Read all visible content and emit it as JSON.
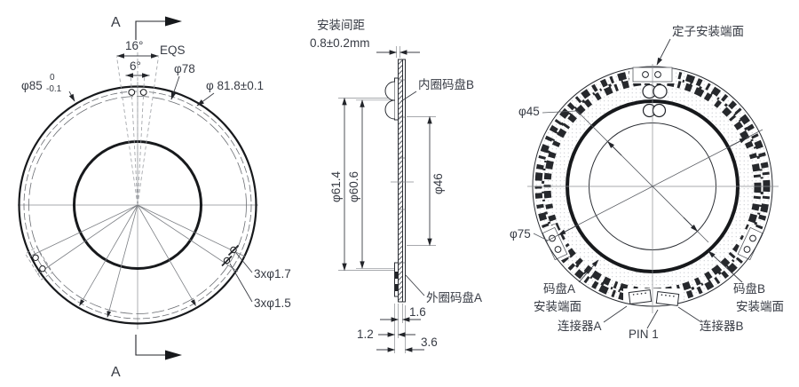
{
  "front": {
    "section_arrow_top": "A",
    "section_arrow_bottom": "A",
    "angle_outer": "16°",
    "angle_inner": "6°",
    "eqs_label": "EQS",
    "dia_78": "φ78",
    "dia_85": "φ85",
    "dia_85_tol_upper": "0",
    "dia_85_tol_lower": "-0.1",
    "dia_81_8": "φ 81.8±0.1",
    "holes_large": "3xφ1.7",
    "holes_small": "3xφ1.5"
  },
  "section": {
    "gap_title": "安装间距",
    "gap_value": "0.8±0.2mm",
    "label_inner_disk": "内圈码盘B",
    "label_outer_disk": "外圈码盘A",
    "dia_61_4": "φ61.4",
    "dia_60_6": "φ60.6",
    "dia_46": "φ46",
    "thk_substrate": "1.6",
    "thk_inner": "1.2",
    "thk_total": "3.6"
  },
  "back": {
    "label_stator_face": "定子安装端面",
    "dia_45": "φ45",
    "dia_75": "φ75",
    "label_disk_a_1": "码盘A",
    "label_disk_a_2": "安装端面",
    "label_disk_b_1": "码盘B",
    "label_disk_b_2": "安装端面",
    "label_connector_a": "连接器A",
    "label_pin1": "PIN 1",
    "label_connector_b": "连接器B"
  }
}
